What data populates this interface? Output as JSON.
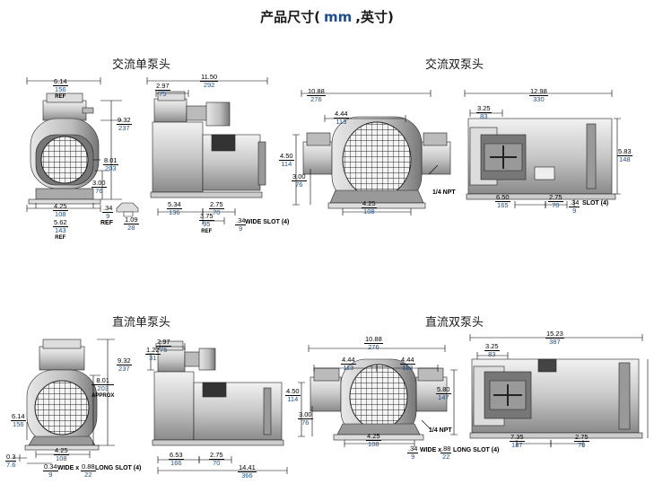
{
  "title": {
    "prefix": "产品尺寸(",
    "unit": "mm",
    "suffix": ",英寸)"
  },
  "sections": {
    "ac_single": "交流单泵头",
    "ac_twin": "交流双泵头",
    "dc_single": "直流单泵头",
    "dc_twin": "直流双泵头"
  },
  "dims": {
    "a1": {
      "in": "6.14",
      "mm": "156",
      "ref": "REF"
    },
    "a2": {
      "in": "9.32",
      "mm": "237"
    },
    "a3": {
      "in": "8.01",
      "mm": "203"
    },
    "a4": {
      "in": "3.00",
      "mm": "76"
    },
    "a5": {
      "in": "4.25",
      "mm": "108"
    },
    "a6": {
      "in": "5.62",
      "mm": "143",
      "ref": "REF"
    },
    "a7": {
      "in": ".34",
      "mm": "9"
    },
    "a8": {
      "in": "1.09",
      "mm": "28"
    },
    "a9": {
      "in": "11.50",
      "mm": "292"
    },
    "a10": {
      "in": "2.97",
      "mm": "75"
    },
    "a11": {
      "in": "5.34",
      "mm": "136"
    },
    "a12": {
      "in": "2.75",
      "mm": "70"
    },
    "a13": {
      "in": "3.75",
      "mm": "95",
      "ref": "REF"
    },
    "a14": {
      "in": ".34",
      "mm": "9"
    },
    "b1": {
      "in": "10.88",
      "mm": "276"
    },
    "b2": {
      "in": "4.44",
      "mm": "113"
    },
    "b3": {
      "in": "4.50",
      "mm": "114"
    },
    "b4": {
      "in": "3.00",
      "mm": "76"
    },
    "b5": {
      "in": "4.25",
      "mm": "108"
    },
    "b6": {
      "in": "12.98",
      "mm": "330"
    },
    "b7": {
      "in": "3.25",
      "mm": "83"
    },
    "b8": {
      "in": "5.83",
      "mm": "148"
    },
    "b9": {
      "in": "6.50",
      "mm": "165"
    },
    "b10": {
      "in": "2.75",
      "mm": "70"
    },
    "b11": {
      "in": ".34",
      "mm": "9"
    },
    "c1": {
      "in": "9.32",
      "mm": "237"
    },
    "c2": {
      "in": "8.01",
      "mm": "203",
      "ref": "APPROX"
    },
    "c3": {
      "in": "6.14",
      "mm": "156"
    },
    "c4": {
      "in": "4.25",
      "mm": "108"
    },
    "c5": {
      "in": "0.3",
      "mm": "7.6"
    },
    "c6": {
      "in": "0.34",
      "mm": "9"
    },
    "c7": {
      "in": "0.88",
      "mm": "22"
    },
    "c8": {
      "in": "2.97",
      "mm": "75"
    },
    "c9": {
      "in": "1.22",
      "mm": "31"
    },
    "c10": {
      "in": "6.53",
      "mm": "166"
    },
    "c11": {
      "in": "2.75",
      "mm": "70"
    },
    "c12": {
      "in": "14.41",
      "mm": "366"
    },
    "e1": {
      "in": "10.88",
      "mm": "276"
    },
    "e2": {
      "in": "4.44",
      "mm": "113"
    },
    "e3": {
      "in": "4.44",
      "mm": "113"
    },
    "e4": {
      "in": "4.50",
      "mm": "114"
    },
    "e5": {
      "in": "3.00",
      "mm": "76"
    },
    "e6": {
      "in": "5.80",
      "mm": "147"
    },
    "e7": {
      "in": "4.25",
      "mm": "108"
    },
    "e8": {
      "in": ".34",
      "mm": "9"
    },
    "e9": {
      "in": ".88",
      "mm": "22"
    },
    "e10": {
      "in": "15.23",
      "mm": "387"
    },
    "e11": {
      "in": "3.25",
      "mm": "83"
    },
    "e12": {
      "in": "7.35",
      "mm": "187"
    },
    "e13": {
      "in": "2.75",
      "mm": "70"
    }
  },
  "labels": {
    "ref_a": "REF",
    "ref_b": "REF",
    "wide_slot_4": "WIDE SLOT (4)",
    "npt_1": "1/4 NPT",
    "slot_4": "SLOT (4)",
    "npt_2": "1/4 NPT",
    "wide_x_long_slot_4": "WIDE x",
    "long_slot_4_a": "LONG SLOT (4)",
    "long_slot_4_b": "LONG SLOT (4)",
    "wide_x_b": "WIDE x"
  }
}
